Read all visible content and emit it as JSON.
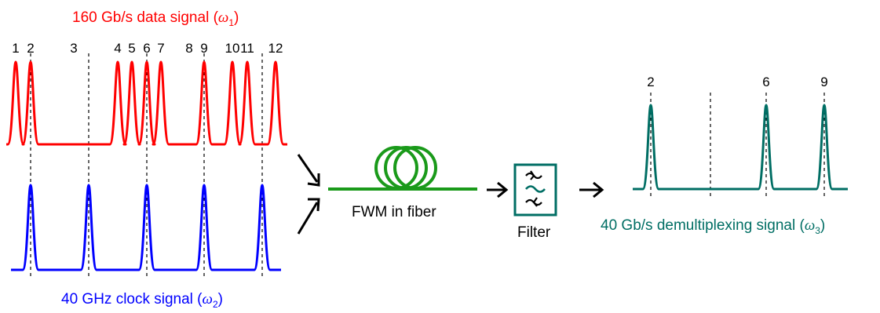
{
  "colors": {
    "data_signal": "#ff0000",
    "clock_signal": "#0000ff",
    "output_signal": "#006e64",
    "fiber": "#1a9a1a",
    "filter": "#006e64",
    "arrows": "#000000",
    "guides": "#000000"
  },
  "data_signal": {
    "title_text": "160 Gb/s data signal (",
    "omega": "ω",
    "subscript": "1",
    "close": ")",
    "slot_labels": [
      "1",
      "2",
      "3",
      "4",
      "5",
      "6",
      "7",
      "8",
      "9",
      "10",
      "11",
      "12"
    ],
    "pulse_present": [
      1,
      1,
      0,
      1,
      1,
      1,
      1,
      0,
      1,
      1,
      1,
      1
    ]
  },
  "clock_signal": {
    "title_text": "40 GHz clock signal (",
    "omega": "ω",
    "subscript": "2",
    "close": ")",
    "pulse_count": 5
  },
  "fiber": {
    "label": "FWM in fiber"
  },
  "filter": {
    "label": "Filter",
    "icon": "bandpass-filter-icon"
  },
  "output_signal": {
    "title_text": "40 Gb/s demultiplexing signal (",
    "omega": "ω",
    "subscript": "3",
    "close": ")",
    "pulse_labels": [
      "2",
      "",
      "6",
      "9"
    ],
    "pulse_present": [
      1,
      0,
      1,
      1
    ]
  }
}
